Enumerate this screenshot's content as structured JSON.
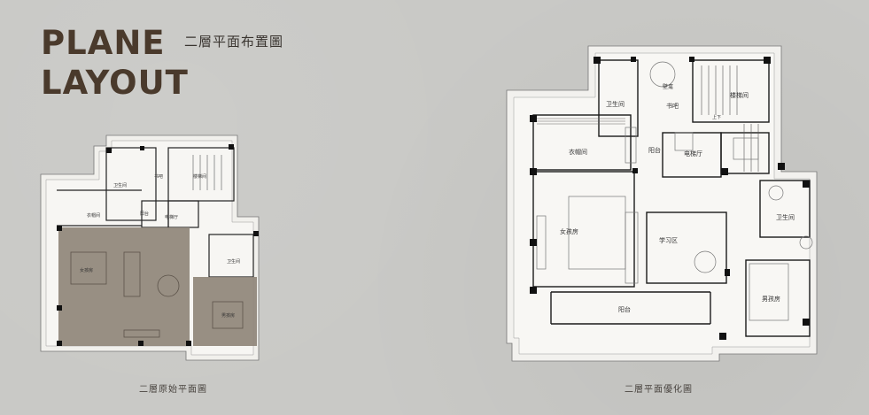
{
  "header": {
    "title_line1": "PLANE",
    "title_line2": "LAYOUT",
    "subtitle": "二層平面布置圖"
  },
  "colors": {
    "background": "#c9c9c6",
    "title": "#4a3a2c",
    "highlight": "#8f857a",
    "wall": "#1a1a1a",
    "floor": "#f4f3f0"
  },
  "original_plan": {
    "caption": "二層原始平面圖",
    "rooms": {
      "bathroom1": "卫生间",
      "study": "书吧",
      "stairwell": "楼梯间",
      "cloakroom": "衣帽间",
      "balcony": "阳台",
      "elevator_hall": "电梯厅",
      "bathroom2": "卫生间",
      "girls_room": "女孩房",
      "boys_room": "男孩房"
    }
  },
  "optimized_plan": {
    "caption": "二層平面優化圖",
    "rooms": {
      "bathroom1": "卫生间",
      "study": "书吧",
      "stairwell": "楼梯间",
      "wall_unit": "壁龛",
      "cloakroom": "衣帽间",
      "balcony_small": "阳台",
      "elevator_hall": "电梯厅",
      "girls_room": "女孩房",
      "study_area": "学习区",
      "bathroom2": "卫生间",
      "boys_room": "男孩房",
      "balcony": "阳台",
      "up": "上下"
    }
  }
}
